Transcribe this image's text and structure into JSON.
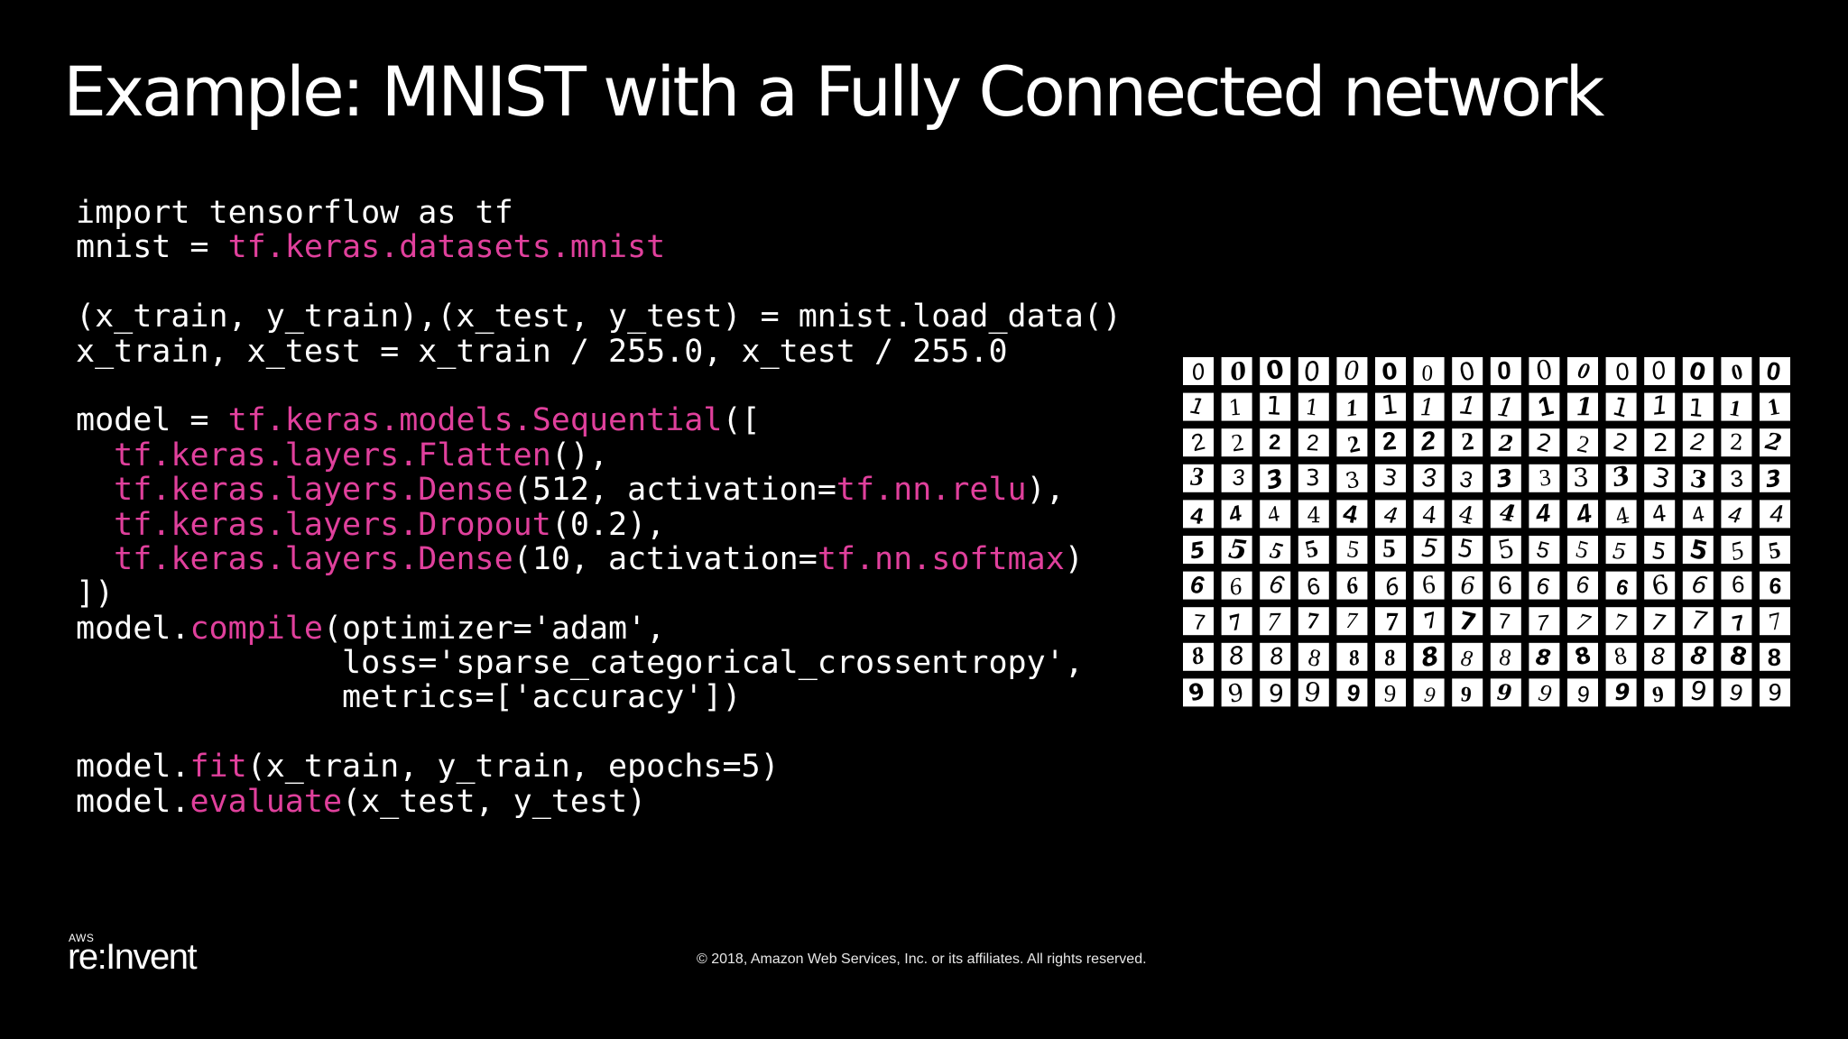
{
  "slide": {
    "title": "Example: MNIST with a Fully Connected network",
    "highlight_color": "#e0409c",
    "background_color": "#000000"
  },
  "code": {
    "lines": [
      [
        {
          "t": "import tensorflow as tf"
        }
      ],
      [
        {
          "t": "mnist = "
        },
        {
          "t": "tf.keras.datasets.mnist",
          "hl": true
        }
      ],
      [
        {
          "t": ""
        }
      ],
      [
        {
          "t": "(x_train, y_train),(x_test, y_test) = mnist.load_data()"
        }
      ],
      [
        {
          "t": "x_train, x_test = x_train / 255.0, x_test / 255.0"
        }
      ],
      [
        {
          "t": ""
        }
      ],
      [
        {
          "t": "model = "
        },
        {
          "t": "tf.keras.models.Sequential",
          "hl": true
        },
        {
          "t": "(["
        }
      ],
      [
        {
          "t": "  "
        },
        {
          "t": "tf.keras.layers.Flatten",
          "hl": true
        },
        {
          "t": "(),"
        }
      ],
      [
        {
          "t": "  "
        },
        {
          "t": "tf.keras.layers.Dense",
          "hl": true
        },
        {
          "t": "(512, activation="
        },
        {
          "t": "tf.nn.relu",
          "hl": true
        },
        {
          "t": "),"
        }
      ],
      [
        {
          "t": "  "
        },
        {
          "t": "tf.keras.layers.Dropout",
          "hl": true
        },
        {
          "t": "(0.2),"
        }
      ],
      [
        {
          "t": "  "
        },
        {
          "t": "tf.keras.layers.Dense",
          "hl": true
        },
        {
          "t": "(10, activation="
        },
        {
          "t": "tf.nn.softmax",
          "hl": true
        },
        {
          "t": ")"
        }
      ],
      [
        {
          "t": "])"
        }
      ],
      [
        {
          "t": "model."
        },
        {
          "t": "compile",
          "hl": true
        },
        {
          "t": "(optimizer='adam',"
        }
      ],
      [
        {
          "t": "              loss='sparse_categorical_crossentropy',"
        }
      ],
      [
        {
          "t": "              metrics=['accuracy'])"
        }
      ],
      [
        {
          "t": ""
        }
      ],
      [
        {
          "t": "model."
        },
        {
          "t": "fit",
          "hl": true
        },
        {
          "t": "(x_train, y_train, epochs=5)"
        }
      ],
      [
        {
          "t": "model."
        },
        {
          "t": "evaluate",
          "hl": true
        },
        {
          "t": "(x_test, y_test)"
        }
      ]
    ]
  },
  "mnist_grid": {
    "rows": [
      "0",
      "1",
      "2",
      "3",
      "4",
      "5",
      "6",
      "7",
      "8",
      "9"
    ],
    "samples_per_row": 16
  },
  "footer": {
    "logo_small": "AWS",
    "logo_text": "re:Invent",
    "copyright": "© 2018, Amazon Web Services, Inc. or its affiliates. All rights reserved."
  }
}
